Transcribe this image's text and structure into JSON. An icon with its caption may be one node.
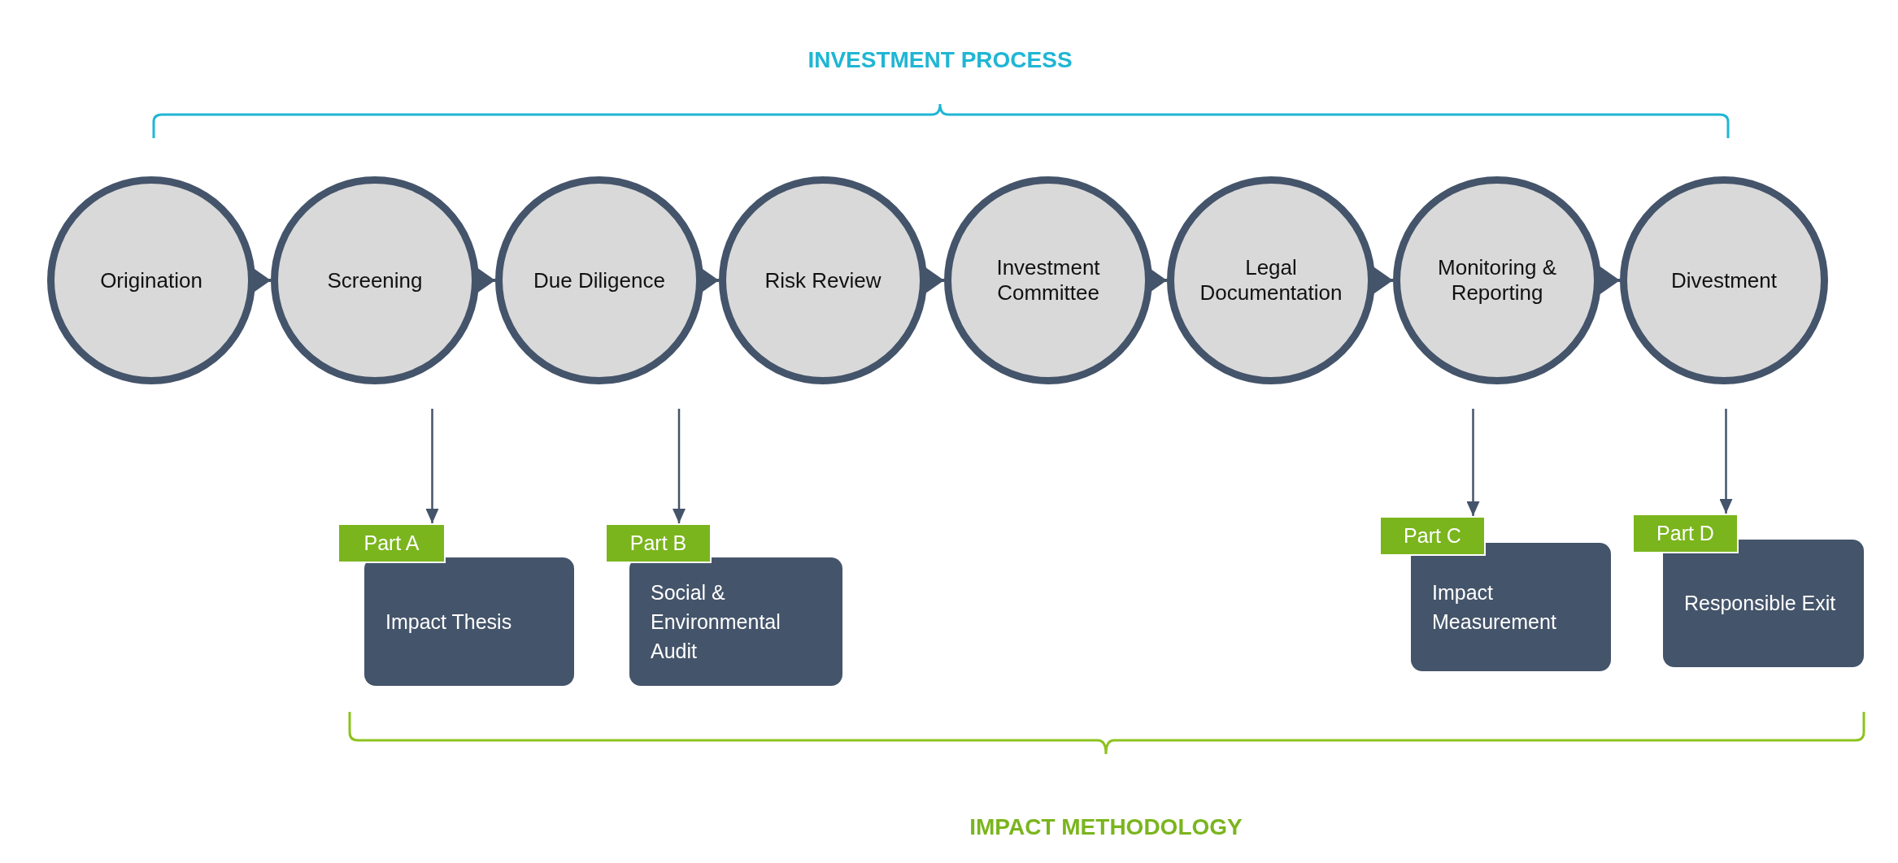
{
  "diagram": {
    "title": "INVESTMENT PROCESS",
    "caption": "IMPACT METHODOLOGY",
    "nodes": [
      {
        "text": [
          "Origination"
        ]
      },
      {
        "text": [
          "Screening"
        ]
      },
      {
        "text": [
          "Due Diligence"
        ]
      },
      {
        "text": [
          "Risk Review"
        ]
      },
      {
        "text": [
          "Investment Committee"
        ]
      },
      {
        "text": [
          "Legal Documentation"
        ]
      },
      {
        "text": [
          "Monitoring & Reporting"
        ]
      },
      {
        "text": [
          "Divestment"
        ]
      },
      {
        "text": [
          "Part A",
          "Impact Thesis"
        ]
      },
      {
        "text": [
          "Part B",
          "Social & Environmental Audit"
        ]
      },
      {
        "text": [
          "Part C",
          "Impact Measurement"
        ]
      },
      {
        "text": [
          "Part D",
          "Responsible Exit"
        ]
      }
    ],
    "edges": [
      {
        "from": 0,
        "to": 1,
        "arrow": "to"
      },
      {
        "from": 1,
        "to": 2,
        "arrow": "to"
      },
      {
        "from": 2,
        "to": 3,
        "arrow": "to"
      },
      {
        "from": 3,
        "to": 4,
        "arrow": "to"
      },
      {
        "from": 4,
        "to": 5,
        "arrow": "to"
      },
      {
        "from": 5,
        "to": 6,
        "arrow": "to"
      },
      {
        "from": 6,
        "to": 7,
        "arrow": "to"
      },
      {
        "from": 1,
        "to": 8,
        "arrow": "to"
      },
      {
        "from": 2,
        "to": 9,
        "arrow": "to"
      },
      {
        "from": 6,
        "to": 10,
        "arrow": "to"
      },
      {
        "from": 7,
        "to": 11,
        "arrow": "to"
      }
    ]
  }
}
